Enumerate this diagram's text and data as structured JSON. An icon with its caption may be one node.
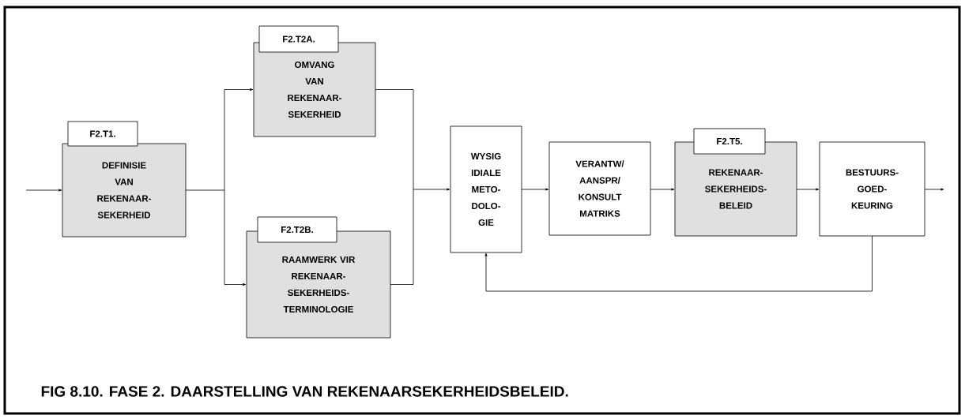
{
  "diagram": {
    "caption": "FIG 8.10. FASE 2. DAARSTELLING VAN REKENAARSEKERHEIDSBELEID.",
    "nodes": [
      {
        "text": [
          "F2.T1.",
          "DEFINISIE VAN REKENAAR-SEKERHEID"
        ]
      },
      {
        "text": [
          "F2.T2A.",
          "OMVANG VAN REKENAAR-SEKERHEID"
        ]
      },
      {
        "text": [
          "F2.T2B.",
          "RAAMWERK VIR REKENAAR-SEKERHEIDS-TERMINOLOGIE"
        ]
      },
      {
        "text": [
          "WYSIG IDIALE METO-DOLO-GIE"
        ]
      },
      {
        "text": [
          "VERANTW/ AANSPR/ KONSULT MATRIKS"
        ]
      },
      {
        "text": [
          "F2.T5.",
          "REKENAAR-SEKERHEIDS-BELEID"
        ]
      },
      {
        "text": [
          "BESTUURS-GOED-KEURING"
        ]
      }
    ],
    "edges": [
      {
        "from": null,
        "to": 0,
        "arrow": "to"
      },
      {
        "from": 0,
        "to": 1,
        "arrow": "to"
      },
      {
        "from": 0,
        "to": 2,
        "arrow": "to"
      },
      {
        "from": 1,
        "to": 3,
        "arrow": "to"
      },
      {
        "from": 2,
        "to": 3,
        "arrow": "to"
      },
      {
        "from": 3,
        "to": 4,
        "arrow": "to"
      },
      {
        "from": 4,
        "to": 5,
        "arrow": "to"
      },
      {
        "from": 5,
        "to": 6,
        "arrow": "to"
      },
      {
        "from": 6,
        "to": null,
        "arrow": "to"
      },
      {
        "from": 6,
        "to": 3,
        "arrow": "to"
      }
    ]
  }
}
